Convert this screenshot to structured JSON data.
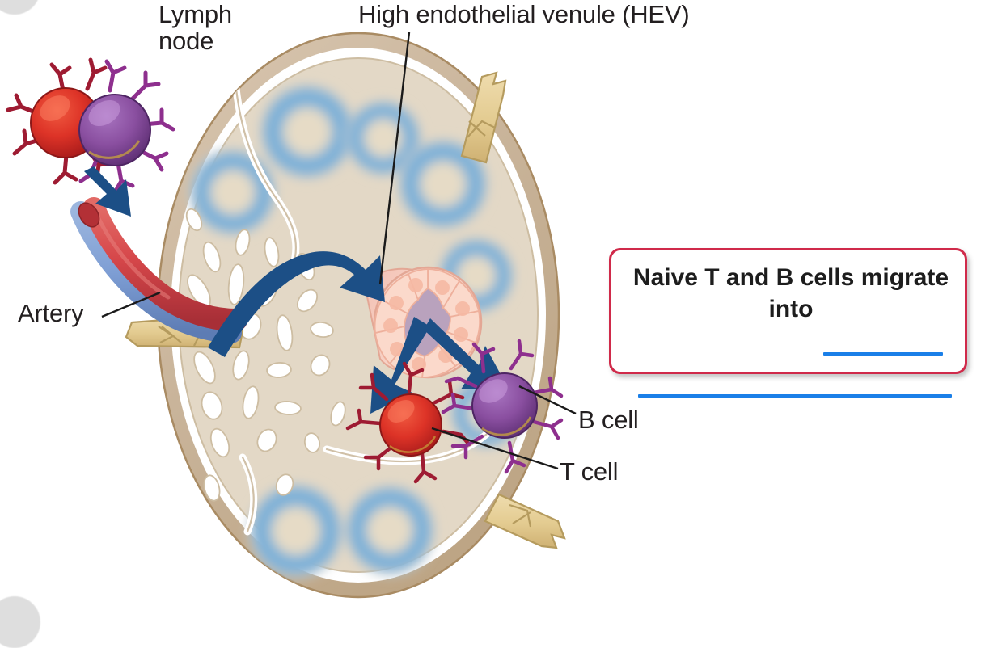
{
  "figure": {
    "title": "Lymph node cross-section with naive lymphocyte migration",
    "labels": {
      "lymph_node": "Lymph\nnode",
      "hev": "High endothelial venule (HEV)",
      "artery": "Artery",
      "b_cell": "B cell",
      "t_cell": "T cell"
    },
    "colors": {
      "capsule": "#c9b49a",
      "cortex": "#e3d8c6",
      "follicle_ring": "#7bb0d8",
      "follicle_center": "#e6dbc6",
      "sinus": "#ffffff",
      "hev_wall": "#f6c4b4",
      "hev_lumen": "#b9a2bd",
      "artery_red": "#d6474a",
      "vein_blue": "#7e9ed4",
      "lymphatic_tan": "#e3cb90",
      "arrow_blue": "#1c4f86",
      "t_cell_red": "#d8322c",
      "b_cell_purple": "#8a4fa0",
      "t_cell_receptor": "#9e1b32",
      "b_cell_receptor": "#8e2f8e",
      "leader_line": "#000000"
    },
    "elements": [
      "lymph-node-capsule",
      "cortex",
      "lymphoid-follicles",
      "subcapsular-sinus",
      "medullary-cords",
      "trabecula",
      "afferent-lymphatic-vessel-top",
      "afferent-lymphatic-vessel-bottom",
      "efferent-lymphatic-vessel",
      "artery",
      "vein",
      "high-endothelial-venule",
      "naive-t-cell",
      "naive-b-cell",
      "migration-arrows"
    ]
  },
  "callout": {
    "question_text": "Naive T and B cells migrate into",
    "border_color": "#d02a4a",
    "answer_line_color": "#1a7fe8",
    "answer_blanks": [
      "",
      ""
    ]
  }
}
